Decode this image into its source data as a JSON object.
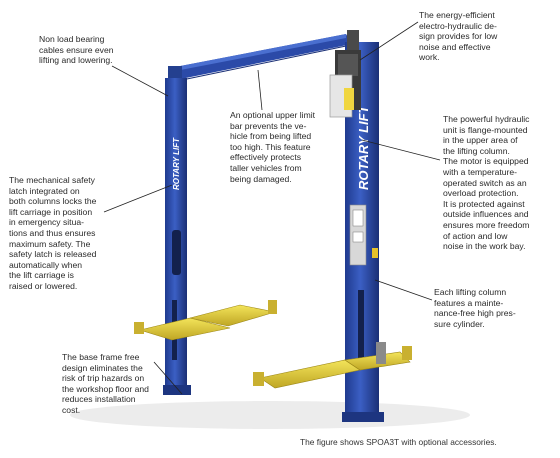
{
  "callouts": {
    "cables": "Non load bearing\ncables ensure even\nlifting and lowering.",
    "energy": "The energy-efficient\nelectro-hydraulic de-\nsign provides for low\nnoise and effective\nwork.",
    "upper_limit": "An optional upper limit\nbar prevents the ve-\nhicle from being lifted\ntoo high. This feature\neffectively protects\ntaller vehicles from\nbeing damaged.",
    "hydraulic": "The powerful hydraulic\nunit is flange-mounted\nin the upper area of\nthe lifting column.\nThe motor is equipped\nwith a temperature-\noperated switch as an\noverload protection.\nIt is protected against\noutside influences and\nensures more freedom\nof action and low\nnoise in the work bay.",
    "safety_latch": "The mechanical safety\nlatch integrated on\nboth columns locks the\nlift carriage in position\nin emergency situa-\ntions and thus ensures\nmaximum safety. The\nsafety latch is released\nautomatically when\nthe lift carriage is\nraised or lowered.",
    "column": "Each lifting column\nfeatures a mainte-\nnance-free high pres-\nsure cylinder.",
    "base_frame": "The base frame free\ndesign eliminates the\nrisk of trip hazards on\nthe workshop floor and\nreduces installation\ncost."
  },
  "caption": "The figure shows SPOA3T with optional accessories.",
  "logo": {
    "column_text": "ROTARY LIFT",
    "left_column_text": "ROTARY LIFT"
  },
  "colors": {
    "column_blue": "#2f4fae",
    "column_blue_dark": "#1d3580",
    "arm_yellow": "#e8d23a",
    "arm_yellow_dark": "#b9a21f",
    "leader_line": "#222222"
  }
}
